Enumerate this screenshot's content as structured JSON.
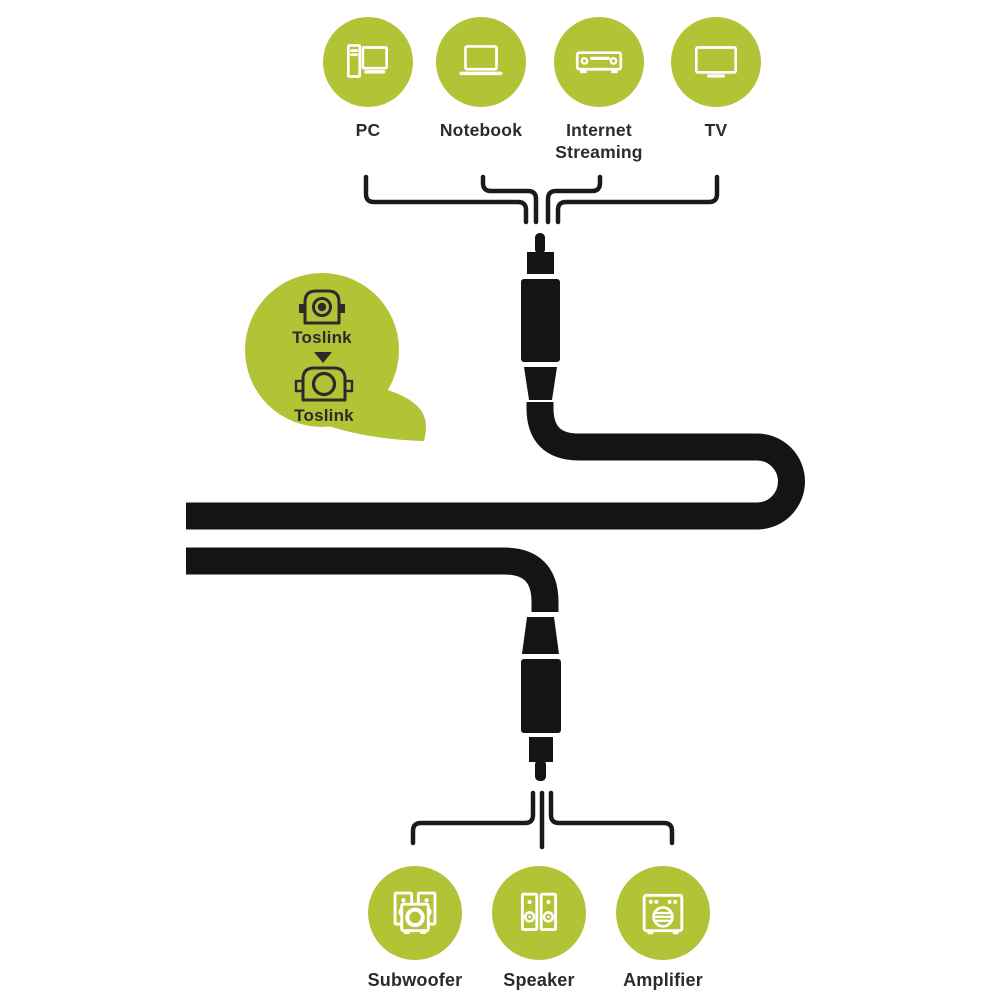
{
  "colors": {
    "accent_green": "#b2c436",
    "line_black": "#141414",
    "bracket_black": "#1a1a1a",
    "text_dark": "#2b2b2b",
    "icon_white": "#ffffff",
    "background": "#ffffff"
  },
  "top_devices": [
    {
      "label": "PC",
      "icon": "pc-icon"
    },
    {
      "label": "Notebook",
      "icon": "notebook-icon"
    },
    {
      "label": "Internet Streaming",
      "icon": "internet-streaming-icon"
    },
    {
      "label": "TV",
      "icon": "tv-icon"
    }
  ],
  "bottom_devices": [
    {
      "label": "Subwoofer",
      "icon": "subwoofer-icon"
    },
    {
      "label": "Speaker",
      "icon": "speaker-icon"
    },
    {
      "label": "Amplifier",
      "icon": "amplifier-icon"
    }
  ],
  "bubble": {
    "top_connector_label": "Toslink",
    "bottom_connector_label": "Toslink",
    "top_connector_icon": "toslink-plug-icon",
    "bottom_connector_icon": "toslink-port-icon",
    "arrow_icon": "down-arrow-icon"
  },
  "cable": {
    "top_connector_icon": "toslink-connector-icon",
    "bottom_connector_icon": "toslink-connector-icon",
    "cable_icon": "optical-cable-icon"
  }
}
